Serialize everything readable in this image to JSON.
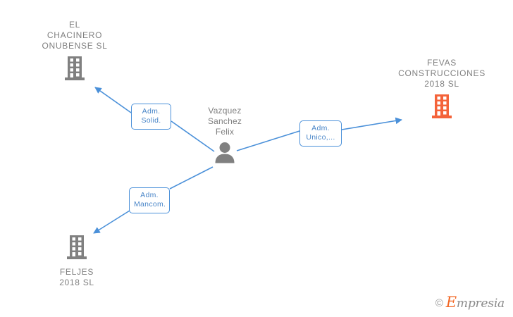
{
  "graph": {
    "person": {
      "name": "Vazquez\nSanchez\nFelix",
      "icon": "person-icon",
      "color": "#808080"
    },
    "companies": [
      {
        "id": "el-chacinero-onubense-sl",
        "name": "EL\nCHACINERO\nONUBENSE  SL",
        "icon": "building-icon",
        "color": "#808080",
        "label_position": "above"
      },
      {
        "id": "fevas-construcciones-2018-sl",
        "name": "FEVAS\nCONSTRUCCIONES\n2018  SL",
        "icon": "building-icon",
        "color": "#f4633a",
        "label_position": "above"
      },
      {
        "id": "feljes-2018-sl",
        "name": "FELJES\n2018  SL",
        "icon": "building-icon",
        "color": "#808080",
        "label_position": "below"
      }
    ],
    "relations": [
      {
        "id": "rel-adm-solid",
        "label": "Adm.\nSolid.",
        "from": "vazquez-sanchez-felix",
        "to": "el-chacinero-onubense-sl",
        "color": "#4a90d9"
      },
      {
        "id": "rel-adm-unico",
        "label": "Adm.\nUnico,...",
        "from": "vazquez-sanchez-felix",
        "to": "fevas-construcciones-2018-sl",
        "color": "#4a90d9"
      },
      {
        "id": "rel-adm-mancom",
        "label": "Adm.\nMancom.",
        "from": "vazquez-sanchez-felix",
        "to": "feljes-2018-sl",
        "color": "#4a90d9"
      }
    ]
  },
  "watermark": {
    "copyright": "©",
    "brand_cap": "E",
    "brand_rest": "mpresia"
  }
}
